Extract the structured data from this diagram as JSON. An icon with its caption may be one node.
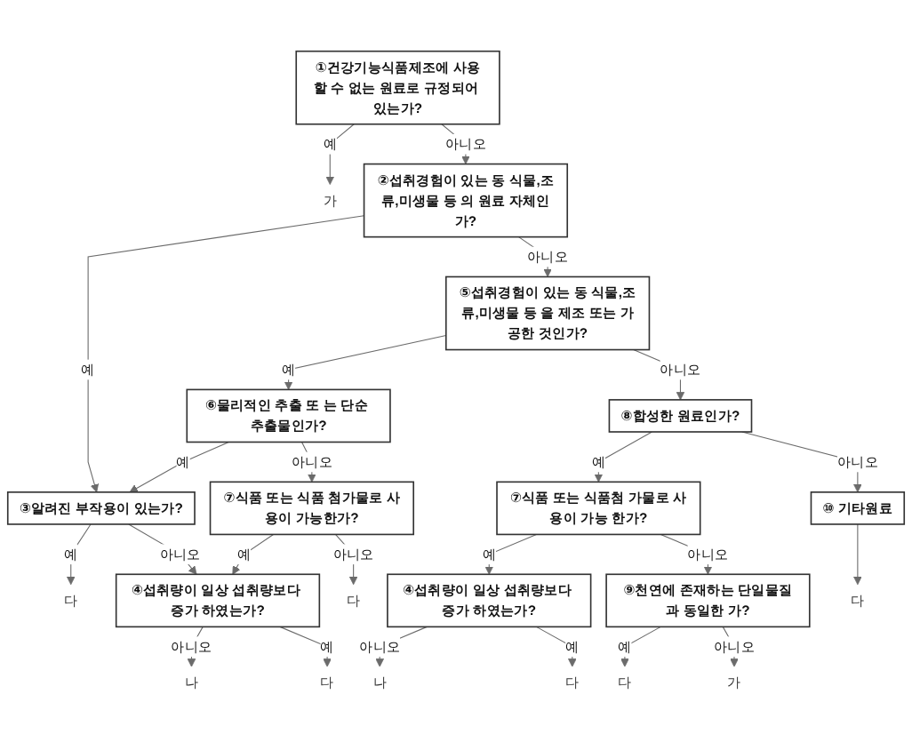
{
  "diagram": {
    "nodes": [
      {
        "text": [
          "①건강기능식품제조에 사용할 수 없는 원료로 규정되어 있는가?"
        ]
      },
      {
        "text": [
          "가"
        ]
      },
      {
        "text": [
          "다"
        ]
      },
      {
        "text": [
          "②섭취경험이 있는 동 식물,조류,미생물 등 의 원료 자체인가?"
        ]
      },
      {
        "text": [
          "③알려진 부작용이 있는가?"
        ]
      },
      {
        "text": [
          "④섭취량이 일상 섭취량보다 증가 하였는가?"
        ]
      },
      {
        "text": [
          "나"
        ]
      },
      {
        "text": [
          "다"
        ]
      },
      {
        "text": [
          "⑤섭취경험이 있는 동 식물,조류,미생물 등 을 제조 또는 가공한 것인가?"
        ]
      },
      {
        "text": [
          "⑥물리적인 추출 또 는 단순 추출물인가?"
        ]
      },
      {
        "text": [
          "⑦식품 또는 식품 첨가물로 사용이 가능한가?"
        ]
      },
      {
        "text": [
          "다"
        ]
      },
      {
        "text": [
          "⑧합성한 원료인가?"
        ]
      },
      {
        "text": [
          "⑦식품 또는 식품첨 가물로 사용이 가능 한가?"
        ]
      },
      {
        "text": [
          "④섭취량이 일상 섭취량보다 증가 하였는가?"
        ]
      },
      {
        "text": [
          "나"
        ]
      },
      {
        "text": [
          "다"
        ]
      },
      {
        "text": [
          "⑨천연에 존재하는 단일물질과 동일한 가?"
        ]
      },
      {
        "text": [
          "다"
        ]
      },
      {
        "text": [
          "가"
        ]
      },
      {
        "text": [
          "⑩ 기타원료"
        ]
      },
      {
        "text": [
          "다"
        ]
      }
    ],
    "edges": [
      {
        "from": 0,
        "to": 1,
        "arrow": "to",
        "label": "예"
      },
      {
        "from": 0,
        "to": 3,
        "arrow": "to",
        "label": "아니오"
      },
      {
        "from": 3,
        "to": 4,
        "arrow": "to",
        "label": "예"
      },
      {
        "from": 3,
        "to": 8,
        "arrow": "to",
        "label": "아니오"
      },
      {
        "from": 4,
        "to": 2,
        "arrow": "to",
        "label": "예"
      },
      {
        "from": 4,
        "to": 5,
        "arrow": "to",
        "label": "아니오"
      },
      {
        "from": 5,
        "to": 6,
        "arrow": "to",
        "label": "아니오"
      },
      {
        "from": 5,
        "to": 7,
        "arrow": "to",
        "label": "예"
      },
      {
        "from": 8,
        "to": 9,
        "arrow": "to",
        "label": "예"
      },
      {
        "from": 8,
        "to": 12,
        "arrow": "to",
        "label": "아니오"
      },
      {
        "from": 9,
        "to": 4,
        "arrow": "to",
        "label": "예"
      },
      {
        "from": 9,
        "to": 10,
        "arrow": "to",
        "label": "아니오"
      },
      {
        "from": 10,
        "to": 5,
        "arrow": "to",
        "label": "예"
      },
      {
        "from": 10,
        "to": 11,
        "arrow": "to",
        "label": "아니오"
      },
      {
        "from": 12,
        "to": 13,
        "arrow": "to",
        "label": "예"
      },
      {
        "from": 12,
        "to": 20,
        "arrow": "to",
        "label": "아니오"
      },
      {
        "from": 13,
        "to": 14,
        "arrow": "to",
        "label": "예"
      },
      {
        "from": 13,
        "to": 17,
        "arrow": "to",
        "label": "아니오"
      },
      {
        "from": 14,
        "to": 15,
        "arrow": "to",
        "label": "아니오"
      },
      {
        "from": 14,
        "to": 16,
        "arrow": "to",
        "label": "예"
      },
      {
        "from": 17,
        "to": 18,
        "arrow": "to",
        "label": "예"
      },
      {
        "from": 17,
        "to": 19,
        "arrow": "to",
        "label": "아니오"
      },
      {
        "from": 20,
        "to": 21,
        "arrow": "to"
      }
    ]
  }
}
